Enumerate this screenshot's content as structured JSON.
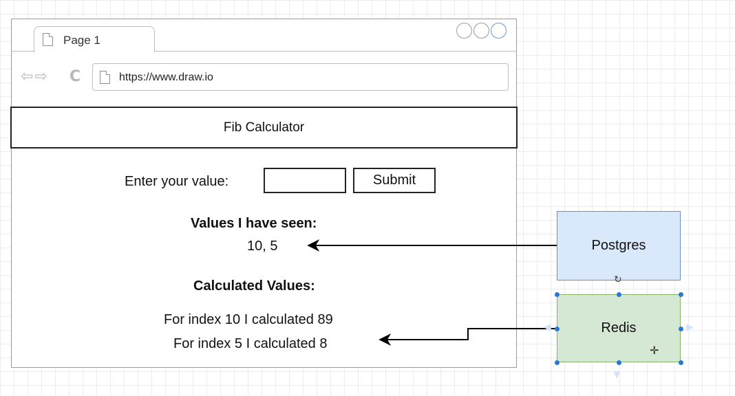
{
  "browser": {
    "tab_label": "Page 1",
    "url": "https://www.draw.io",
    "nav_icons": "⇦⇨",
    "reload_icon": "C"
  },
  "app": {
    "header_title": "Fib Calculator",
    "input_label": "Enter your value:",
    "input_value": "",
    "submit_label": "Submit",
    "seen_heading": "Values I have seen:",
    "seen_values": "10, 5",
    "calculated_heading": "Calculated Values:",
    "calculated_lines": [
      "For index 10 I calculated 89",
      "For index 5 I calculated 8"
    ]
  },
  "diagram": {
    "postgres_label": "Postgres",
    "redis_label": "Redis",
    "postgres_fill": "#dae8fc",
    "postgres_stroke": "#6c8ebf",
    "redis_fill": "#d5e8d4",
    "redis_stroke": "#82b366",
    "selection_color": "#2a78d6"
  },
  "icons": {
    "rotate": "↻",
    "move_cursor": "✛"
  }
}
